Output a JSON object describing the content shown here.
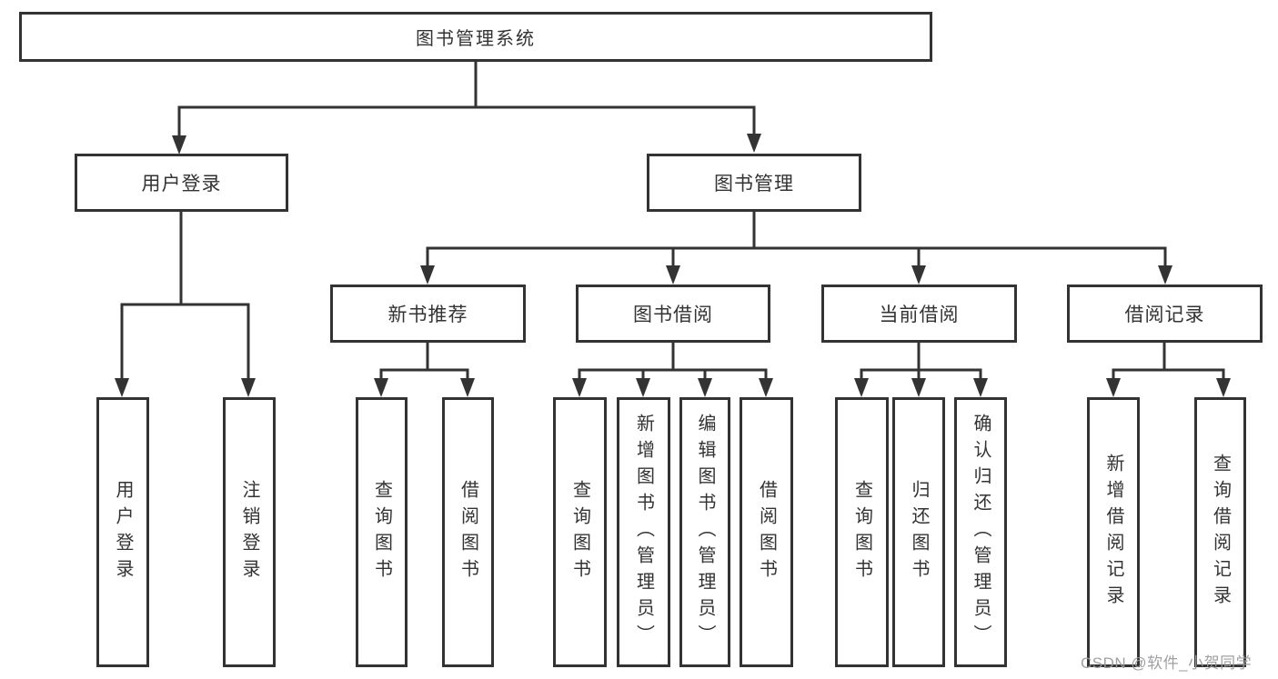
{
  "diagram": {
    "title": "图书管理系统",
    "type": "hierarchy-tree",
    "colors": {
      "line": "#333333",
      "box_border": "#333333",
      "text": "#333333",
      "background": "#ffffff",
      "watermark": "#9b9b9e"
    },
    "nodes": {
      "root": {
        "label": "图书管理系统"
      },
      "level2": {
        "user_login": {
          "label": "用户登录"
        },
        "book_management": {
          "label": "图书管理"
        }
      },
      "level3": {
        "new_book_recommend": {
          "label": "新书推荐"
        },
        "book_borrowing": {
          "label": "图书借阅"
        },
        "current_borrowing": {
          "label": "当前借阅"
        },
        "borrowing_records": {
          "label": "借阅记录"
        }
      },
      "leaves": {
        "user_login_action": {
          "label": "用户登录",
          "parent": "用户登录"
        },
        "logout_action": {
          "label": "注销登录",
          "parent": "用户登录"
        },
        "query_books_recommend": {
          "label": "查询图书",
          "parent": "新书推荐"
        },
        "borrow_books_recommend": {
          "label": "借阅图书",
          "parent": "新书推荐"
        },
        "query_books_borrowing": {
          "label": "查询图书",
          "parent": "图书借阅"
        },
        "add_books_admin": {
          "label": "新增图书（管理员）",
          "parent": "图书借阅"
        },
        "edit_books_admin": {
          "label": "编辑图书（管理员）",
          "parent": "图书借阅"
        },
        "borrow_books": {
          "label": "借阅图书",
          "parent": "图书借阅"
        },
        "query_books_current": {
          "label": "查询图书",
          "parent": "当前借阅"
        },
        "return_books": {
          "label": "归还图书",
          "parent": "当前借阅"
        },
        "confirm_return_admin": {
          "label": "确认归还（管理员）",
          "parent": "当前借阅"
        },
        "add_borrowing_record": {
          "label": "新增借阅记录",
          "parent": "借阅记录"
        },
        "query_borrowing_record": {
          "label": "查询借阅记录",
          "parent": "借阅记录"
        }
      }
    },
    "watermark": "CSDN @软件_小贺同学"
  }
}
